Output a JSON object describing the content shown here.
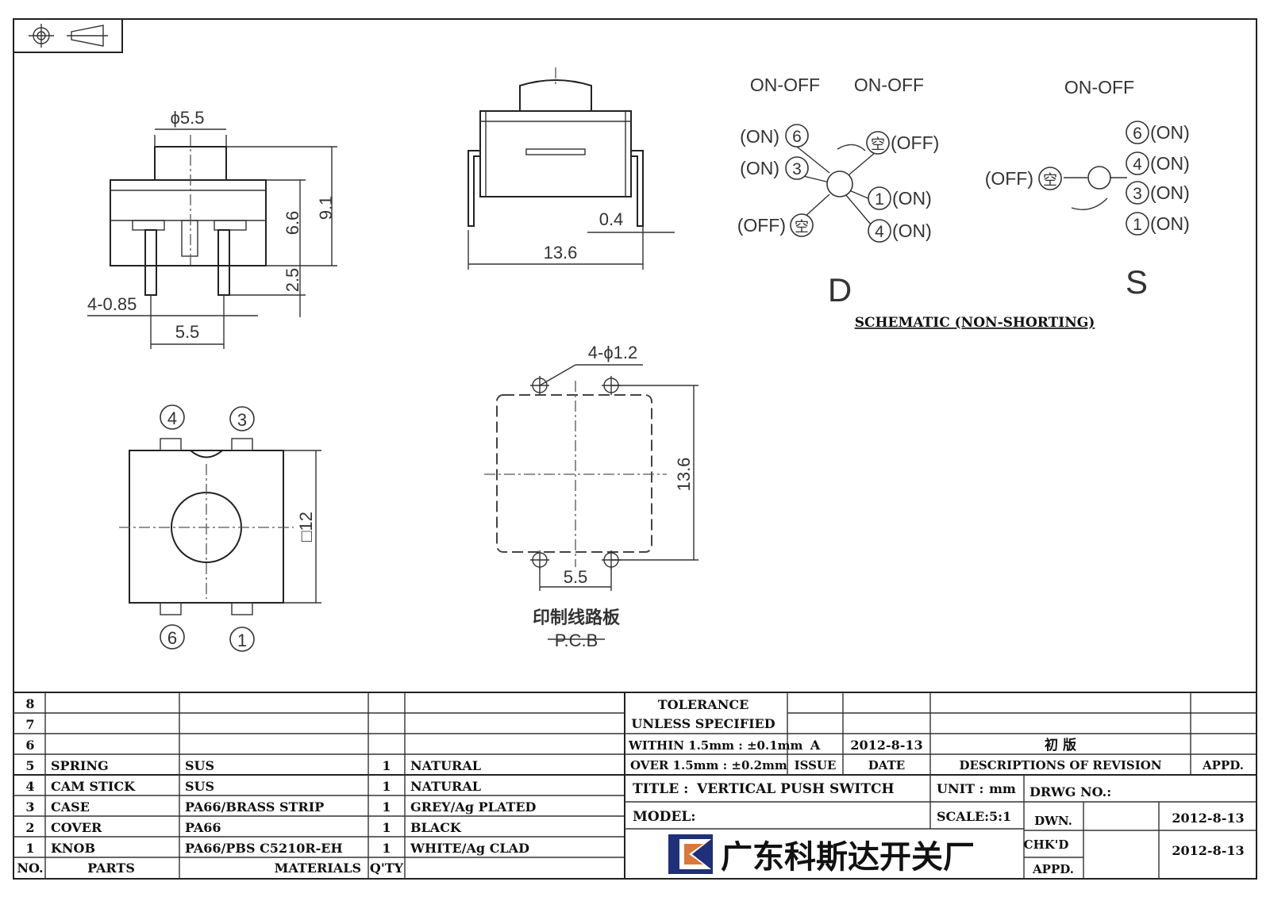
{
  "dimensions": {
    "phi_5_5": "ϕ5.5",
    "d_9_1": "9.1",
    "d_6_6": "6.6",
    "d_2_5": "2.5",
    "pins_4_085": "4-0.85",
    "pitch_5_5": "5.5",
    "d_0_4": "0.4",
    "width_13_6": "13.6",
    "holes_4_phi_1_2": "4-ϕ1.2",
    "pcb_13_6": "13.6",
    "pcb_5_5": "5.5",
    "square_12": "□12"
  },
  "pins": {
    "p1": "1",
    "p3": "3",
    "p4": "4",
    "p6": "6",
    "empty": "空"
  },
  "pcb": {
    "label_cn": "印制线路板",
    "label_en": "P.C.B"
  },
  "schematic": {
    "on_off": "ON-OFF",
    "on": "(ON)",
    "off": "(OFF)",
    "label_d": "D",
    "label_s": "S",
    "caption": "SCHEMATIC (NON-SHORTING)"
  },
  "parts_table": {
    "header": {
      "no": "NO.",
      "parts": "PARTS",
      "materials": "MATERIALS",
      "qty": "Q'TY"
    },
    "rows": [
      {
        "no": "8",
        "part": "",
        "material": "",
        "qty": "",
        "finish": ""
      },
      {
        "no": "7",
        "part": "",
        "material": "",
        "qty": "",
        "finish": ""
      },
      {
        "no": "6",
        "part": "",
        "material": "",
        "qty": "",
        "finish": ""
      },
      {
        "no": "5",
        "part": "SPRING",
        "material": "SUS",
        "qty": "1",
        "finish": "NATURAL"
      },
      {
        "no": "4",
        "part": "CAM STICK",
        "material": "SUS",
        "qty": "1",
        "finish": "NATURAL"
      },
      {
        "no": "3",
        "part": "CASE",
        "material": "PA66/BRASS STRIP",
        "qty": "1",
        "finish": "GREY/Ag PLATED"
      },
      {
        "no": "2",
        "part": "COVER",
        "material": "PA66",
        "qty": "1",
        "finish": "BLACK"
      },
      {
        "no": "1",
        "part": "KNOB",
        "material": "PA66/PBS C5210R-EH",
        "qty": "1",
        "finish": "WHITE/Ag CLAD"
      }
    ]
  },
  "tolerance": {
    "line1": "TOLERANCE",
    "line2": "UNLESS   SPECIFIED",
    "line3": "WITHIN 1.5mm : ±0.1mm",
    "line4": "OVER 1.5mm : ±0.2mm"
  },
  "revision": {
    "issue": "A",
    "date": "2012-8-13",
    "desc": "初 版",
    "issue_label": "ISSUE",
    "date_label": "DATE",
    "desc_label": "DESCRIPTIONS OF REVISION",
    "appd_label": "APPD."
  },
  "title_block": {
    "title_label": "TITLE :",
    "title_value": "VERTICAL PUSH SWITCH",
    "unit_label": "UNIT :",
    "unit_value": "mm",
    "drwg_label": "DRWG NO.:",
    "model_label": "MODEL:",
    "scale_label": "SCALE:",
    "scale_value": "5:1",
    "dwn_label": "DWN.",
    "dwn_date": "2012-8-13",
    "chkd_label": "CHK'D",
    "chkd_date": "2012-8-13",
    "appd_label": "APPD.",
    "company": "广东科斯达开关厂"
  },
  "colors": {
    "logo_blue": "#1f2f7a",
    "logo_orange": "#d9783a"
  }
}
